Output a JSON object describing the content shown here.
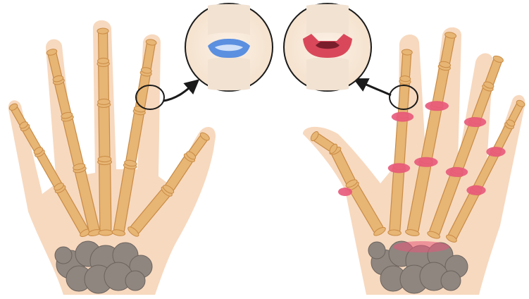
{
  "figure": {
    "panels": [
      {
        "id": "healthy-hand",
        "condition": "healthy",
        "joint_inset": "normal-cartilage"
      },
      {
        "id": "arthritic-hand",
        "condition": "arthritic",
        "joint_inset": "inflamed-joint"
      }
    ],
    "colors": {
      "background": "#ffffff",
      "skin": "#f6d2b4",
      "bone": "#e7b574",
      "bone_dark": "#c98b45",
      "carpal": "#8f8680",
      "healthy_cartilage": "#5b8fe0",
      "inflamed_cartilage": "#d9485a",
      "inflammation": "#e8587a",
      "arrow": "#1a1a1a"
    },
    "icons": [
      "curved-arrow-icon",
      "magnifier-circle-icon"
    ]
  }
}
